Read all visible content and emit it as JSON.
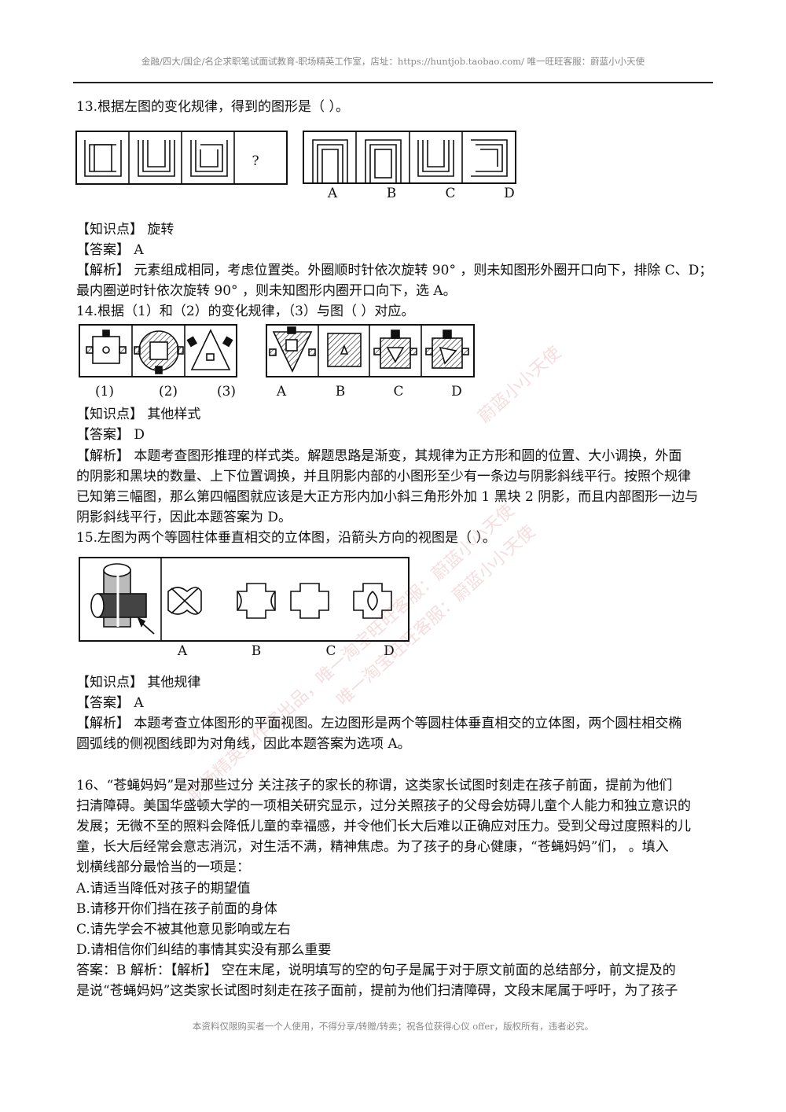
{
  "header": "金融/四大/国企/名企求职笔试面试教育-职场精英工作室，店址：https://huntjob.taobao.com/  唯一旺旺客服：蔚蓝小小天使",
  "footer": "本资料仅限购买者一个人使用，不得分享/转赠/转卖；祝各位获得心仪 offer，版权所有，违者必究。",
  "watermarks": [
    "蔚蓝小小天使",
    "唯一淘宝旺旺客服：蔚蓝小小天使",
    "职场精英工作室出品，唯一淘宝旺旺客服：蔚蓝小小天使"
  ],
  "q13": {
    "title": "13.根据左图的变化规律，得到的图形是（  ）。",
    "question_mark": "?",
    "options": [
      "A",
      "B",
      "C",
      "D"
    ],
    "kp": "【知识点】 旋转",
    "ans": "【答案】 A",
    "exp1": "【解析】 元素组成相同，考虑位置类。外圈顺时针依次旋转 90° ，则未知图形外圈开口向下，排除 C、D；",
    "exp2": "最内圈逆时针依次旋转 90° ，则未知图形内圈开口向下，选 A。"
  },
  "q14": {
    "title": "14.根据（1）和（2）的变化规律，（3）与图（  ）对应。",
    "given": [
      "(1)",
      "(2)",
      "(3)"
    ],
    "options": [
      "A",
      "B",
      "C",
      "D"
    ],
    "kp": "【知识点】 其他样式",
    "ans": "【答案】 D",
    "exp": [
      "【解析】 本题考查图形推理的样式类。解题思路是渐变，其规律为正方形和圆的位置、大小调换，外面",
      "的阴影和黑块的数量、上下位置调换，并且阴影内部的小图形至少有一条边与阴影斜线平行。按照个规律",
      "已知第三幅图，那么第四幅图就应该是大正方形内加小斜三角形外加 1 黑块 2 阴影，而且内部图形一边与",
      "阴影斜线平行，因此本题答案为 D。"
    ]
  },
  "q15": {
    "title": "15.左图为两个等圆柱体垂直相交的立体图，沿箭头方向的视图是（  ）。",
    "options": [
      "A",
      "B",
      "C",
      "D"
    ],
    "kp": "【知识点】 其他规律",
    "ans": "【答案】 A",
    "exp": [
      "【解析】 本题考查立体图形的平面视图。左边图形是两个等圆柱体垂直相交的立体图，两个圆柱相交椭",
      "圆弧线的侧视图线即为对角线，因此本题答案为选项 A。"
    ]
  },
  "q16": {
    "stem": [
      "16、“苍蝇妈妈”是对那些过分  关注孩子的家长的称谓，这类家长试图时刻走在孩子前面，提前为他们",
      "扫清障碍。美国华盛顿大学的一项相关研究显示，过分关照孩子的父母会妨碍儿童个人能力和独立意识的",
      "发展；无微不至的照料会降低儿童的幸福感，并令他们长大后难以正确应对压力。受到父母过度照料的儿",
      "童，长大后经常会意志消沉，对生活不满，精神焦虑。为了孩子的身心健康，“苍蝇妈妈”们，  。填入",
      "划横线部分最恰当的一项是："
    ],
    "options": [
      "A.请适当降低对孩子的期望值",
      "B.请移开你们挡在孩子前面的身体",
      "C.请先学会不被其他意见影响或左右",
      "D.请相信你们纠结的事情其实没有那么重要"
    ],
    "answer": [
      "答案：B 解析：【解析】 空在末尾，说明填写的空的句子是属于对于原文前面的总结部分，前文提及的",
      "是说“苍蝇妈妈”这类家长试图时刻走在孩子面前，提前为他们扫清障碍，文段末尾属于呼吁，为了孩子"
    ]
  }
}
